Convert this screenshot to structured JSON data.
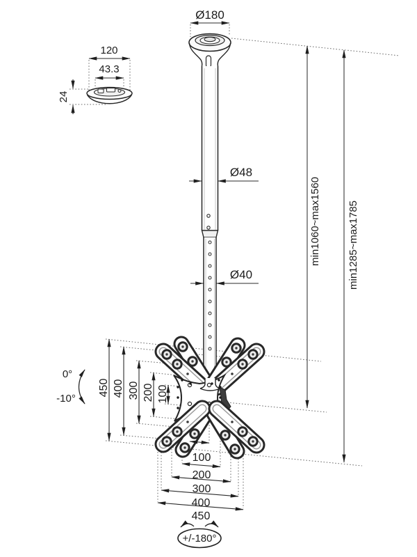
{
  "drawing": {
    "title": "ceiling tv mount dimensional drawing",
    "top_view": {
      "diameter": "Ø180"
    },
    "side_view": {
      "width": "120",
      "inner_width": "43.3",
      "height": "24"
    },
    "pole": {
      "upper_diameter": "Ø48",
      "lower_diameter": "Ø40"
    },
    "height_ranges": {
      "to_plate": "min1060~max1560",
      "to_arm_tips": "min1285~max1785"
    },
    "tilt": {
      "up": "0°",
      "down": "-10°"
    },
    "rotation": "+/-180°",
    "vesa_vertical": [
      "450",
      "400",
      "300",
      "200",
      "100"
    ],
    "vesa_horizontal": [
      "100",
      "200",
      "300",
      "400",
      "450"
    ]
  },
  "colors": {
    "ink": "#1f1f1f",
    "dim_line": "#2a2a2a",
    "dotted": "#6a6a6a",
    "background": "#ffffff"
  }
}
